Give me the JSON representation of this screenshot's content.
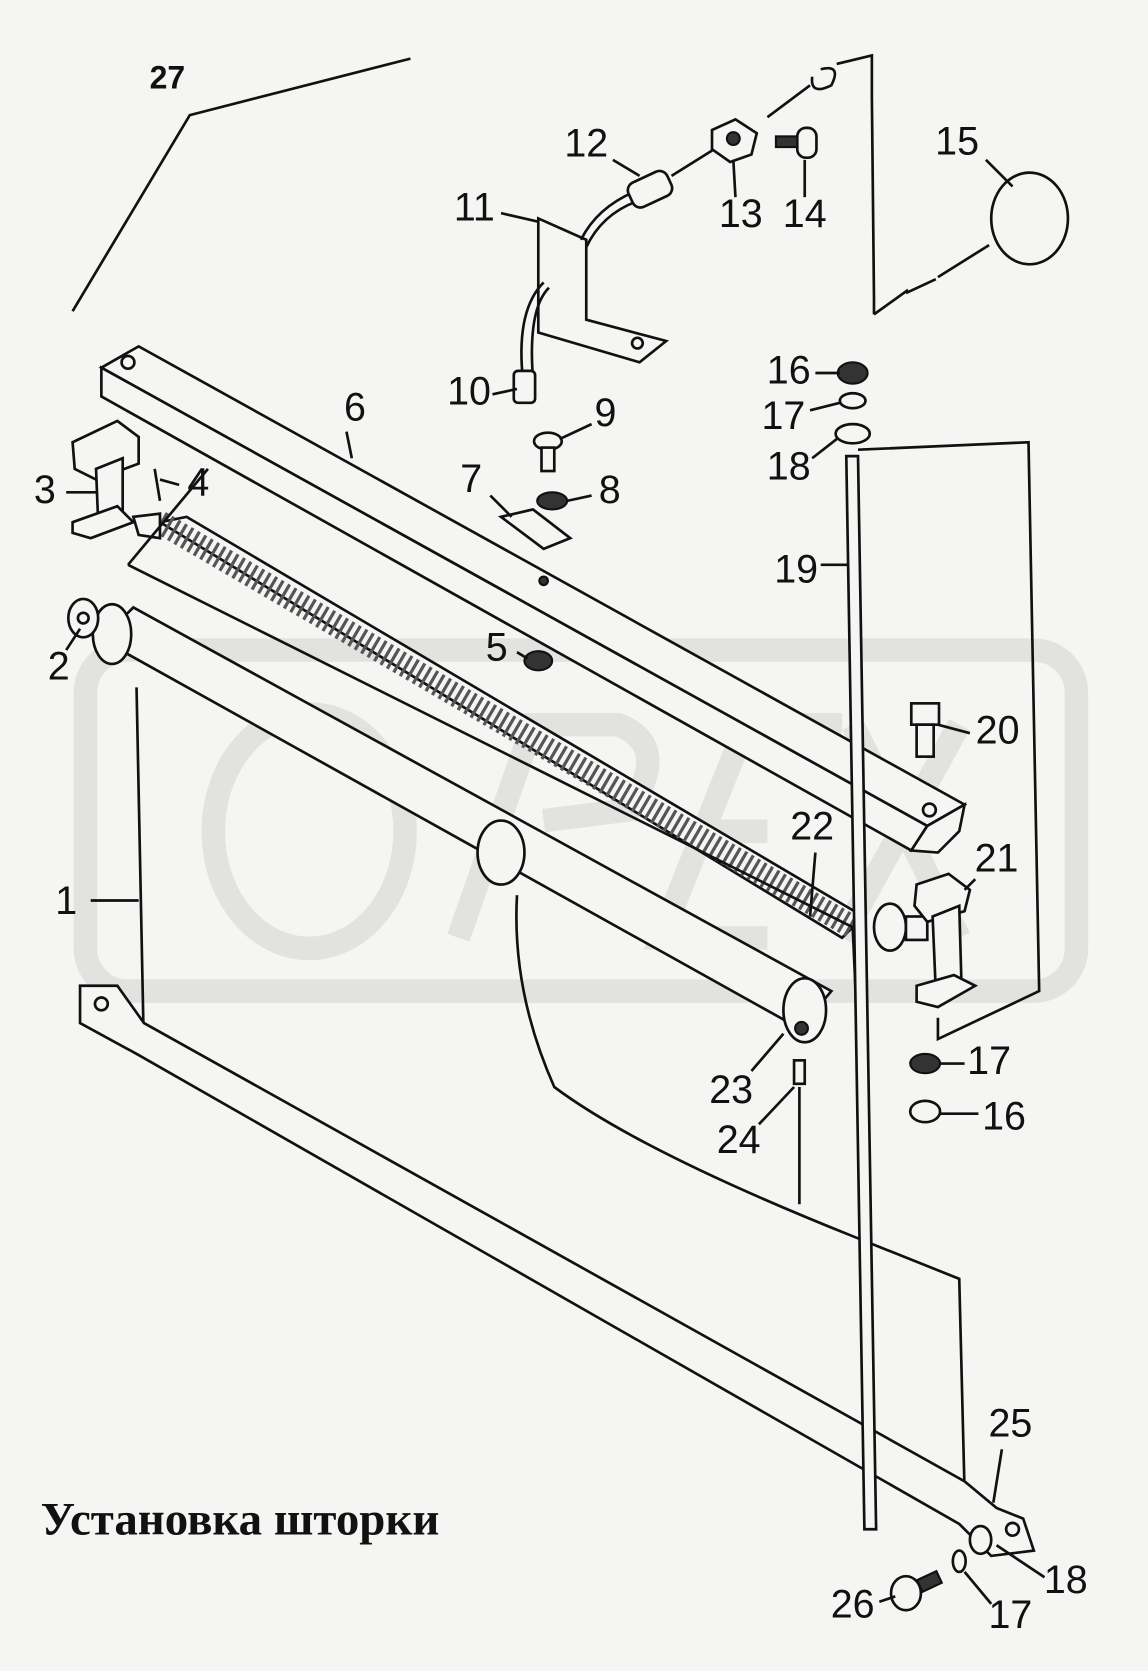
{
  "title": "Установка шторки",
  "watermark": "OPEX",
  "part_labels": [
    "27",
    "12",
    "11",
    "13",
    "14",
    "15",
    "10",
    "16",
    "17",
    "18",
    "6",
    "9",
    "3",
    "4",
    "7",
    "8",
    "19",
    "2",
    "5",
    "20",
    "22",
    "21",
    "1",
    "17",
    "16",
    "23",
    "24",
    "25",
    "18",
    "26",
    "17"
  ]
}
